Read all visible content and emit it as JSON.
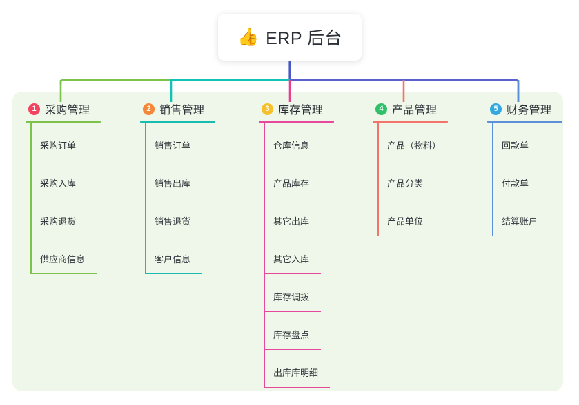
{
  "title": {
    "icon": "thumbs-up-icon",
    "icon_glyph": "👍",
    "text": "ERP 后台"
  },
  "panel": {
    "background": "#eef7e9"
  },
  "connector": {
    "stem_color": "#4a5ac4",
    "left_segment_color": "#7dc24b",
    "mid_segment_color": "#12c2b4",
    "right_segment_color": "#5b5fcf",
    "drop_colors": [
      "#7dc24b",
      "#12c2b4",
      "#e8408f",
      "#f4736b",
      "#5b8fd8"
    ]
  },
  "columns": [
    {
      "index": "1",
      "title": "采购管理",
      "badge_color": "#f0445f",
      "line_color": "#7dc24b",
      "items": [
        "采购订单",
        "采购入库",
        "采购退货",
        "供应商信息"
      ]
    },
    {
      "index": "2",
      "title": "销售管理",
      "badge_color": "#f5873b",
      "line_color": "#18bdb0",
      "items": [
        "销售订单",
        "销售出库",
        "销售退货",
        "客户信息"
      ]
    },
    {
      "index": "3",
      "title": "库存管理",
      "badge_color": "#f5c02c",
      "line_color": "#e8489b",
      "items": [
        "仓库信息",
        "产品库存",
        "其它出库",
        "其它入库",
        "库存调拨",
        "库存盘点",
        "出库库明细"
      ]
    },
    {
      "index": "4",
      "title": "产品管理",
      "badge_color": "#2fc06a",
      "line_color": "#f4736b",
      "items": [
        "产品（物料）",
        "产品分类",
        "产品单位"
      ]
    },
    {
      "index": "5",
      "title": "财务管理",
      "badge_color": "#31a8e0",
      "line_color": "#5b8fd8",
      "items": [
        "回款单",
        "付款单",
        "结算账户"
      ]
    }
  ]
}
